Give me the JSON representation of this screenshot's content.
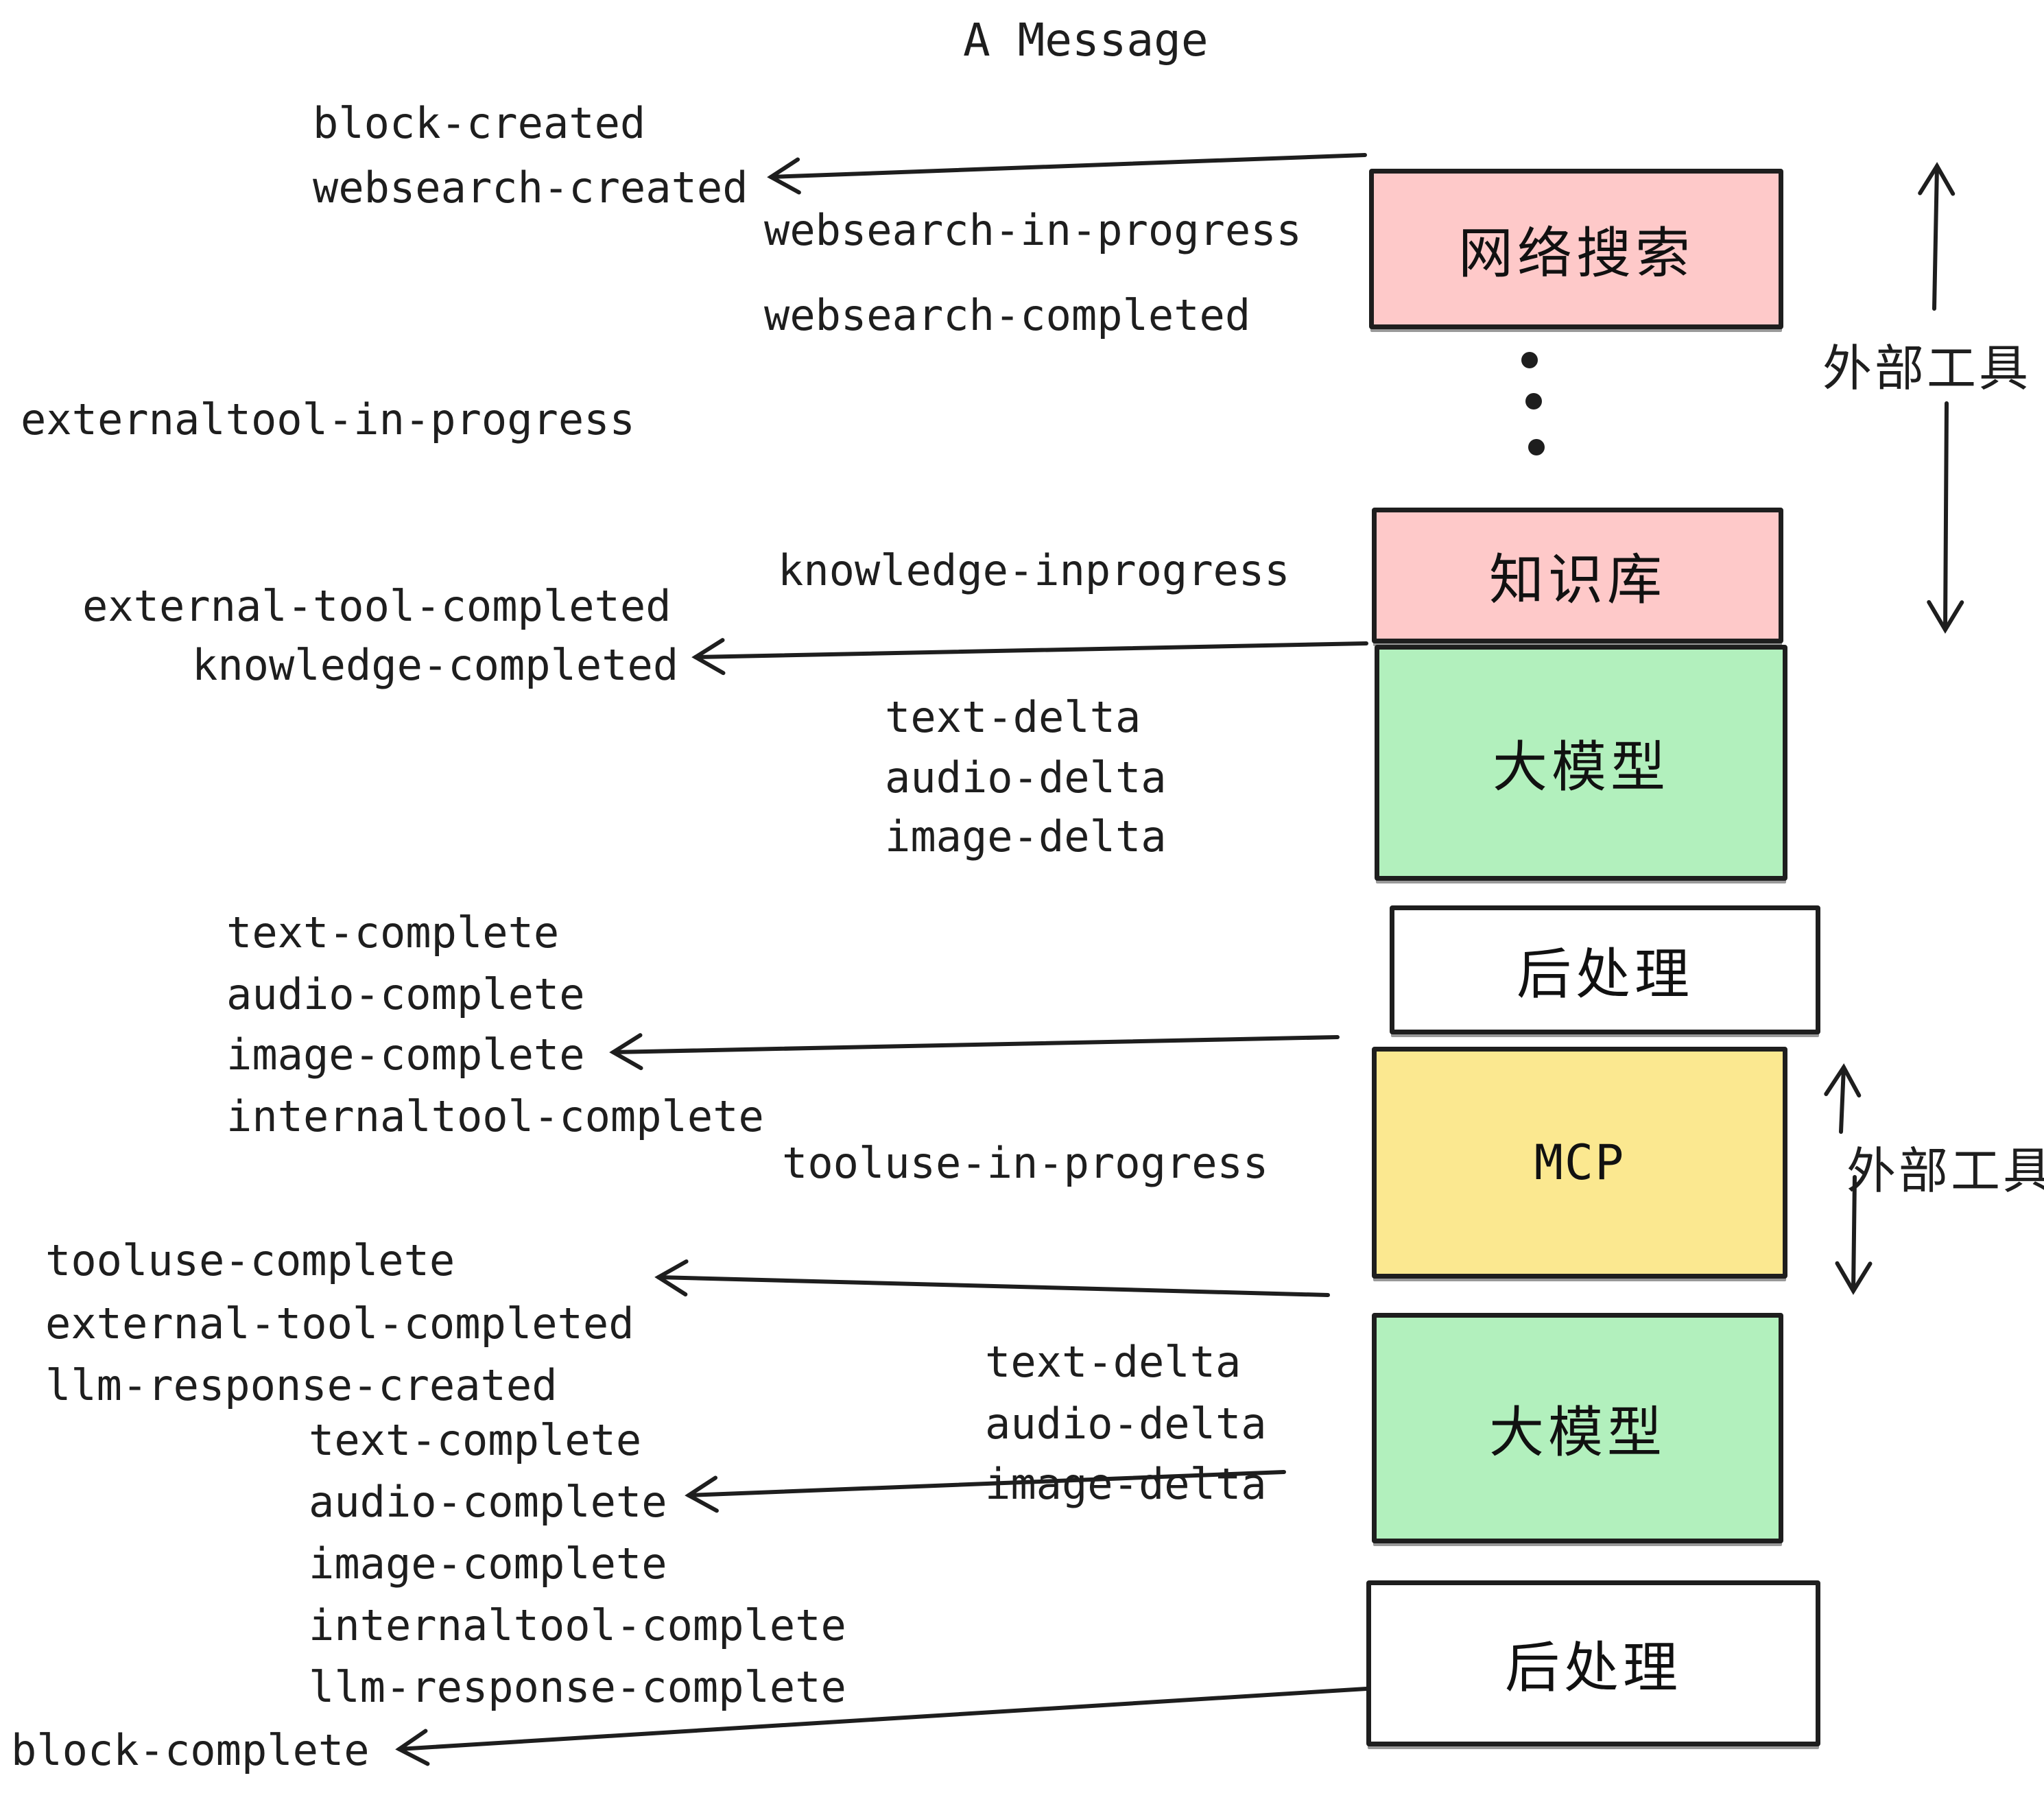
{
  "title": "A Message",
  "palette": {
    "pink": "#fec9c9",
    "green": "#b2f0bd",
    "yellow": "#fbe890",
    "white": "#ffffff",
    "ink": "#1e1e1e"
  },
  "boxes": [
    {
      "label": "网络搜索",
      "fill": "pink"
    },
    {
      "label": "知识库",
      "fill": "pink"
    },
    {
      "label": "大模型",
      "fill": "green"
    },
    {
      "label": "后处理",
      "fill": "white"
    },
    {
      "label": "MCP",
      "fill": "yellow"
    },
    {
      "label": "大模型",
      "fill": "green"
    },
    {
      "label": "后处理",
      "fill": "white"
    }
  ],
  "events": [
    "block-created",
    "websearch-created",
    "websearch-in-progress",
    "websearch-completed",
    "externaltool-in-progress",
    "knowledge-inprogress",
    "external-tool-completed",
    "knowledge-completed",
    "text-delta",
    "audio-delta",
    "image-delta",
    "text-complete",
    "audio-complete",
    "image-complete",
    "internaltool-complete",
    "tooluse-in-progress",
    "tooluse-complete",
    "external-tool-completed",
    "llm-response-created",
    "text-delta",
    "audio-delta",
    "image-delta",
    "text-complete",
    "audio-complete",
    "image-complete",
    "internaltool-complete",
    "llm-response-complete",
    "block-complete"
  ],
  "annotations": [
    {
      "label": "外部工具"
    },
    {
      "label": "外部工具"
    }
  ]
}
